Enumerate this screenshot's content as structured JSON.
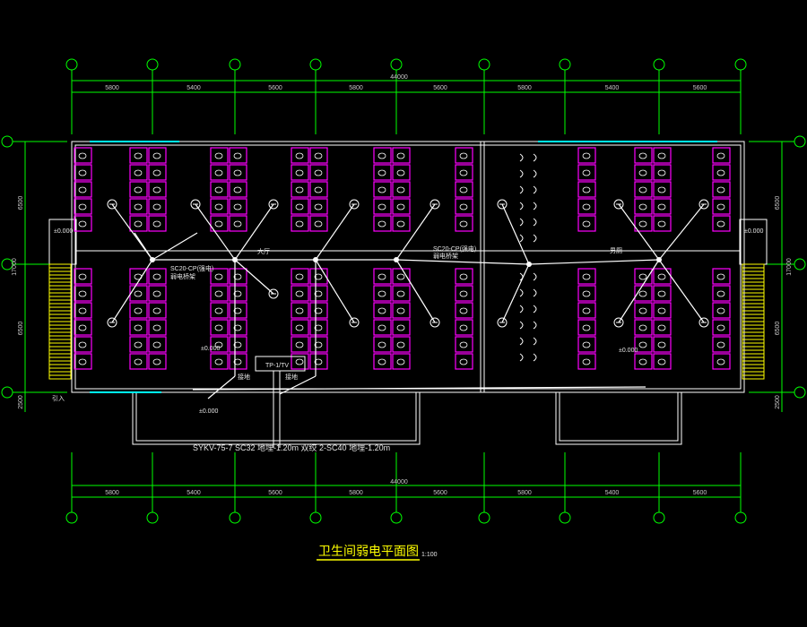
{
  "drawing": {
    "title": "卫生间弱电平面图",
    "scale": "1:100",
    "colors": {
      "background": "#000000",
      "grid": "#00ff00",
      "walls": "#ffffff",
      "fixtures": "#ff00ff",
      "windows": "#00ffff",
      "stairs": "#ffff00"
    },
    "top_dims": [
      "5800",
      "5400",
      "5600",
      "5800",
      "5600",
      "5800",
      "5400",
      "5600"
    ],
    "overall_dim_top": "44000",
    "bottom_dims": [
      "5800",
      "5400",
      "5600",
      "5800",
      "5600",
      "5800",
      "5400",
      "5600"
    ],
    "overall_dim_bottom": "44000",
    "left_dims": [
      "6500",
      "6500",
      "2500"
    ],
    "left_overall": "17000",
    "right_dims": [
      "6500",
      "6500",
      "2500"
    ],
    "right_overall": "17000",
    "notes": {
      "cable_left": "SC20-CP(强电)",
      "cable_left_sub": "弱电桥架",
      "cable_mid": "SC20-CP(强电)",
      "cable_mid_sub": "弱电桥架",
      "corridor_left": "大厅",
      "corridor_right": "男厕",
      "elev_1": "±0.000",
      "elev_2": "±0.000",
      "elev_3": "±0.000",
      "elev_4": "±0.000",
      "elev_5": "±0.000",
      "box_label": "TP-1/TV",
      "entry_note": "SYKV-75-7 SC32 地埋-1.20m 双绞 2-SC40 地埋-1.20m",
      "side_note": "引入",
      "small_1": "接地",
      "small_2": "接地"
    }
  }
}
